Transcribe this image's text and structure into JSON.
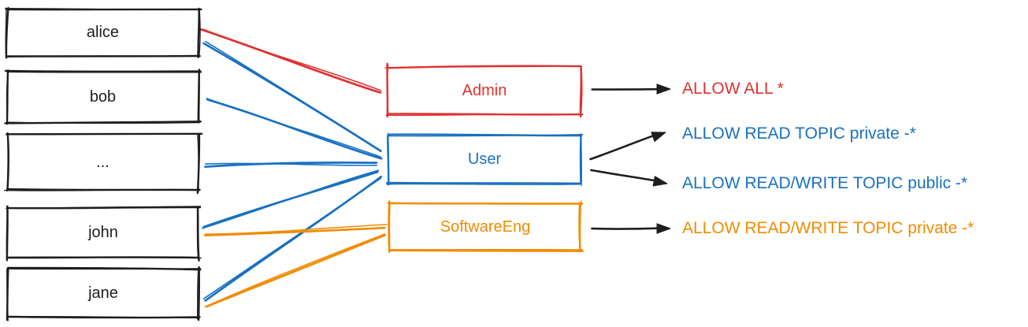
{
  "colors": {
    "red": "#e03131",
    "blue": "#1971c2",
    "orange": "#f08c00",
    "black": "#1e1e1e",
    "background": "#ffffff"
  },
  "diagram": {
    "users": [
      {
        "id": "alice",
        "label": "alice"
      },
      {
        "id": "bob",
        "label": "bob"
      },
      {
        "id": "dots",
        "label": "..."
      },
      {
        "id": "john",
        "label": "john"
      },
      {
        "id": "jane",
        "label": "jane"
      }
    ],
    "roles": [
      {
        "id": "admin",
        "label": "Admin",
        "color": "red"
      },
      {
        "id": "user",
        "label": "User",
        "color": "blue"
      },
      {
        "id": "software_eng",
        "label": "SoftwareEng",
        "color": "orange"
      }
    ],
    "permissions": [
      {
        "id": "p_admin",
        "label": "ALLOW ALL *",
        "color": "red"
      },
      {
        "id": "p_user_read",
        "label": "ALLOW READ TOPIC private -*",
        "color": "blue"
      },
      {
        "id": "p_user_rw",
        "label": "ALLOW READ/WRITE TOPIC public -*",
        "color": "blue"
      },
      {
        "id": "p_se_rw",
        "label": "ALLOW READ/WRITE TOPIC private -*",
        "color": "orange"
      }
    ],
    "memberships": [
      {
        "user": "alice",
        "role": "admin",
        "color": "red"
      },
      {
        "user": "alice",
        "role": "user",
        "color": "blue"
      },
      {
        "user": "bob",
        "role": "user",
        "color": "blue"
      },
      {
        "user": "dots",
        "role": "user",
        "color": "blue"
      },
      {
        "user": "john",
        "role": "user",
        "color": "blue"
      },
      {
        "user": "jane",
        "role": "user",
        "color": "blue"
      },
      {
        "user": "john",
        "role": "software_eng",
        "color": "orange"
      },
      {
        "user": "jane",
        "role": "software_eng",
        "color": "orange"
      }
    ],
    "grants": [
      {
        "role": "admin",
        "permission": "p_admin"
      },
      {
        "role": "user",
        "permission": "p_user_read"
      },
      {
        "role": "user",
        "permission": "p_user_rw"
      },
      {
        "role": "software_eng",
        "permission": "p_se_rw"
      }
    ]
  }
}
